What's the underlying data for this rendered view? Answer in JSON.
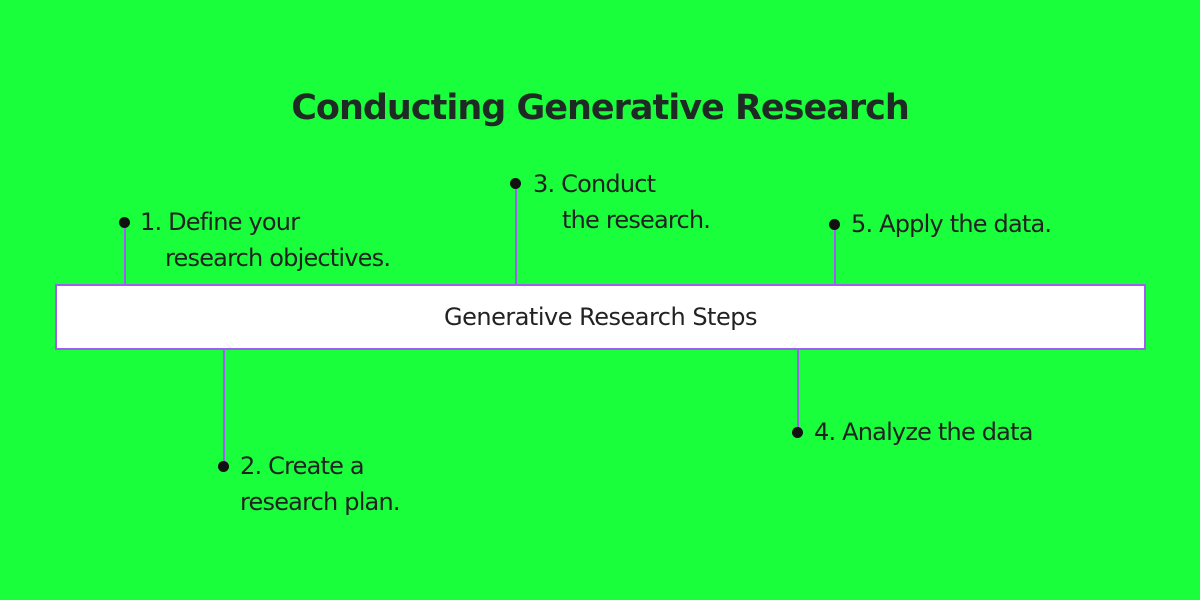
{
  "title": "Conducting Generative Research",
  "center_bar": {
    "label": "Generative Research Steps",
    "border_color": "#a35cf0"
  },
  "background_color": "#19ff3b",
  "steps": [
    {
      "number": "1.",
      "line1": "1. Define your",
      "line2": "research objectives.",
      "position": "above"
    },
    {
      "number": "2.",
      "line1": "2. Create a",
      "line2": "research plan.",
      "position": "below"
    },
    {
      "number": "3.",
      "line1": "3. Conduct",
      "line2": "the research.",
      "position": "above"
    },
    {
      "number": "4.",
      "line1": "4. Analyze the data",
      "line2": "",
      "position": "below"
    },
    {
      "number": "5.",
      "line1": "5. Apply the data.",
      "line2": "",
      "position": "above"
    }
  ]
}
